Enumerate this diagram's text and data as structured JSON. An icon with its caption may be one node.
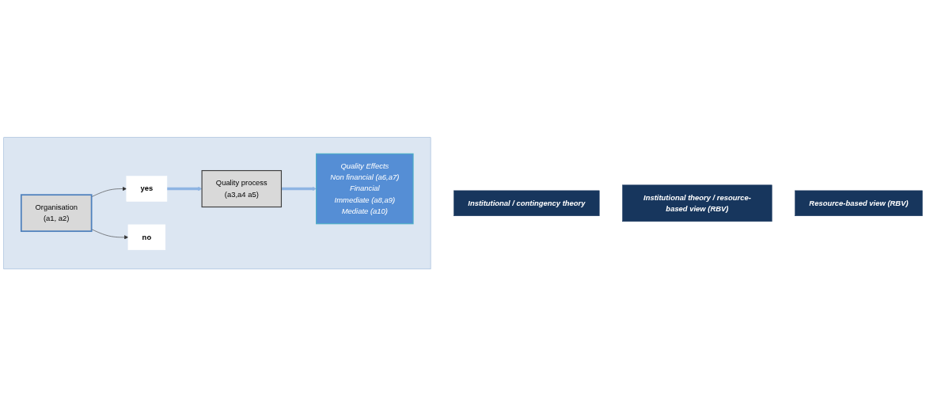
{
  "diagram": {
    "nodes": [
      {
        "text": [
          "Institutional / contingency theory"
        ]
      },
      {
        "text": [
          "Institutional theory / resource-based view (RBV)"
        ]
      },
      {
        "text": [
          "Resource-based view (RBV)"
        ]
      },
      {
        "text": [],
        "shape": "box"
      },
      {
        "text": [
          "Organisation",
          "(a1, a2)"
        ],
        "in": 3
      },
      {
        "text": [
          "yes"
        ],
        "in": 3
      },
      {
        "text": [
          "no"
        ],
        "in": 3
      },
      {
        "text": [
          "Quality process",
          "(a3,a4 a5)"
        ],
        "in": 3
      },
      {
        "text": [
          "Quality Effects",
          "Non financial (a6,a7)",
          "Financial",
          "Immediate (a8,a9)",
          "Mediate (a10)"
        ],
        "in": 3
      }
    ],
    "edges": [
      {
        "from": 4,
        "to": 5,
        "arrow": "to"
      },
      {
        "from": 4,
        "to": 6,
        "arrow": "to"
      },
      {
        "from": 5,
        "to": 7,
        "arrow": "to",
        "style": "thick",
        "color": "#8eb4e3"
      },
      {
        "from": 7,
        "to": 8,
        "arrow": "to",
        "style": "thick",
        "color": "#8eb4e3"
      }
    ]
  }
}
